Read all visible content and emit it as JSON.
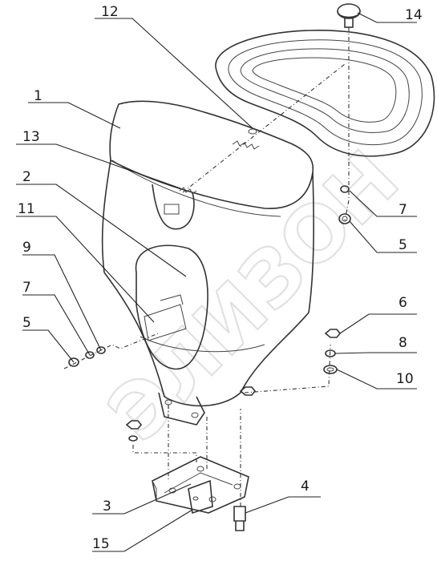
{
  "diagram": {
    "watermark": "ЭЛИЗОН",
    "part_labels": [
      {
        "key": "p14",
        "text": "14"
      },
      {
        "key": "p12",
        "text": "12"
      },
      {
        "key": "p1",
        "text": "1"
      },
      {
        "key": "p13",
        "text": "13"
      },
      {
        "key": "p2",
        "text": "2"
      },
      {
        "key": "p11",
        "text": "11"
      },
      {
        "key": "p9",
        "text": "9"
      },
      {
        "key": "p7a",
        "text": "7"
      },
      {
        "key": "p5a",
        "text": "5"
      },
      {
        "key": "p7b",
        "text": "7"
      },
      {
        "key": "p5b",
        "text": "5"
      },
      {
        "key": "p6",
        "text": "6"
      },
      {
        "key": "p8",
        "text": "8"
      },
      {
        "key": "p10",
        "text": "10"
      },
      {
        "key": "p4",
        "text": "4"
      },
      {
        "key": "p3",
        "text": "3"
      },
      {
        "key": "p15",
        "text": "15"
      }
    ]
  }
}
